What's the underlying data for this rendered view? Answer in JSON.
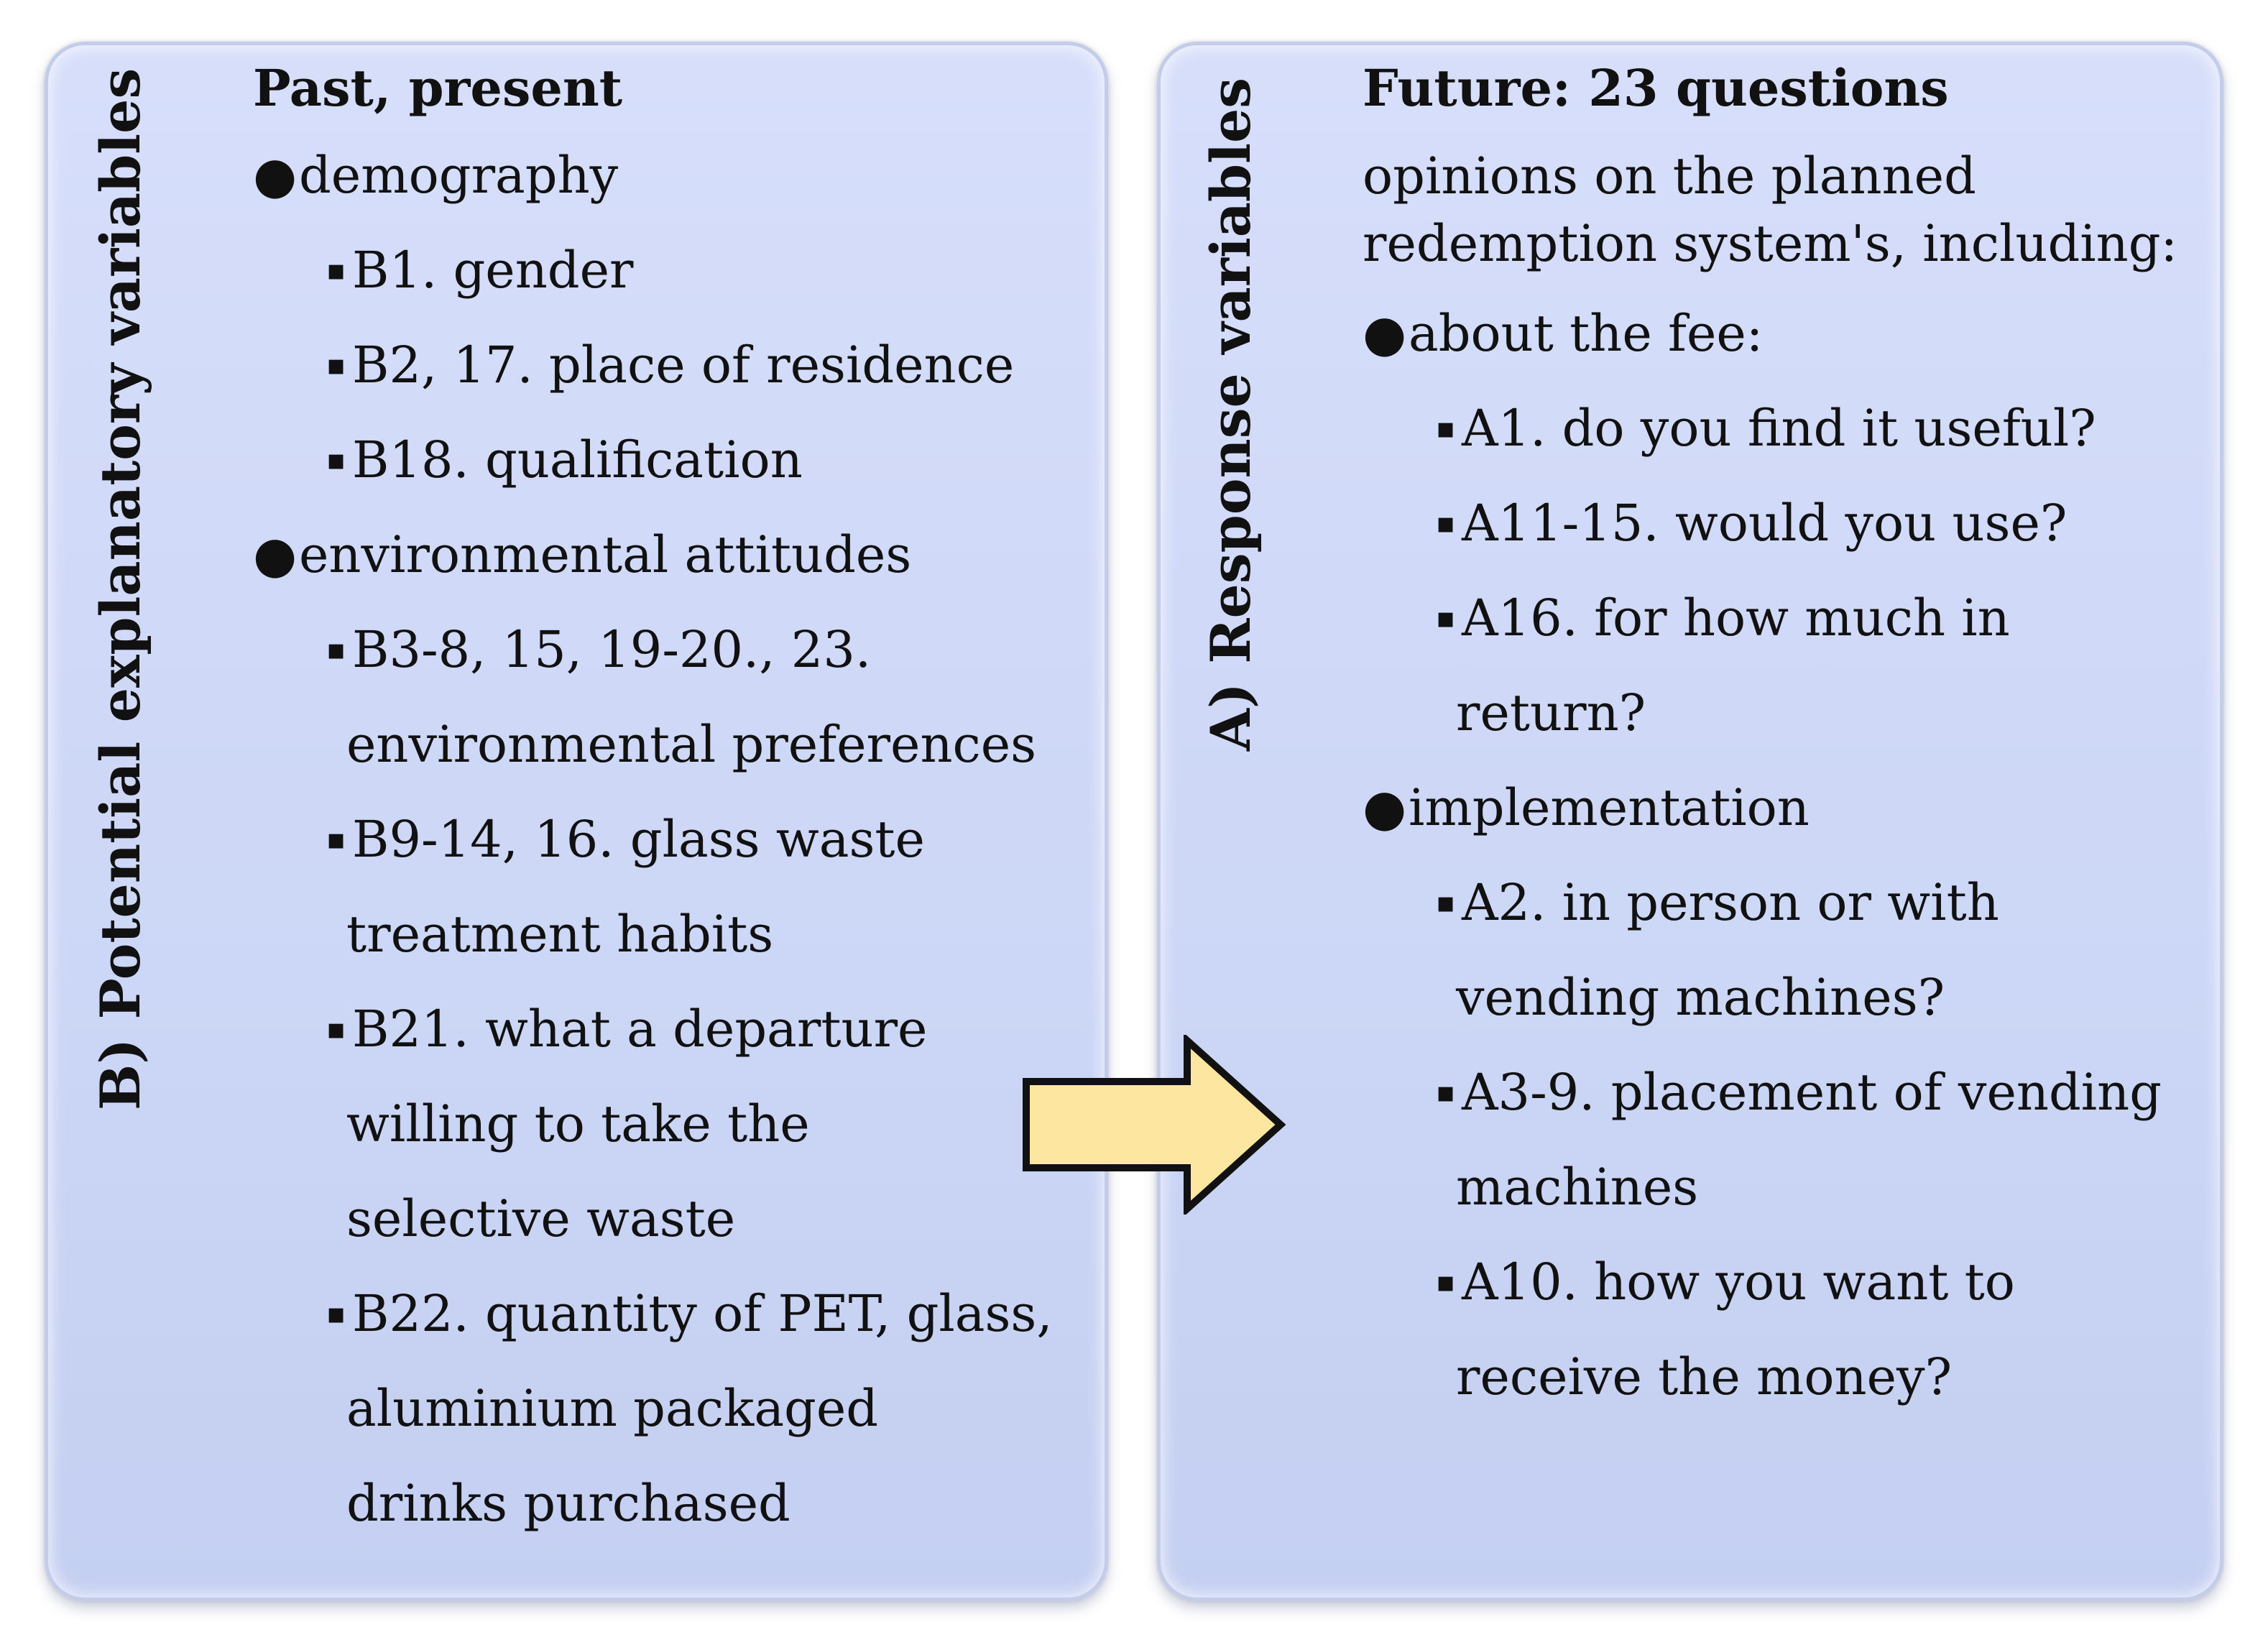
{
  "left_panel": {
    "vertical_title": "B) Potential explanatory variables",
    "heading": "Past, present",
    "groups": [
      {
        "label": "demography",
        "items": [
          {
            "lines": [
              "B1. gender"
            ]
          },
          {
            "lines": [
              "B2, 17. place of residence"
            ]
          },
          {
            "lines": [
              "B18. qualification"
            ]
          }
        ]
      },
      {
        "label": "environmental attitudes",
        "items": [
          {
            "lines": [
              "B3-8, 15, 19-20., 23.",
              "environmental preferences"
            ]
          },
          {
            "lines": [
              "B9-14, 16. glass waste",
              "treatment habits"
            ]
          },
          {
            "lines": [
              "B21. what a departure",
              "willing to take the",
              "selective waste"
            ]
          },
          {
            "lines": [
              "B22. quantity of PET, glass,",
              "aluminium packaged",
              "drinks purchased"
            ]
          }
        ]
      }
    ]
  },
  "right_panel": {
    "vertical_title": "A) Response variables",
    "heading": "Future: 23 questions",
    "intro_lines": [
      "opinions on the planned",
      "redemption system's, including:"
    ],
    "groups": [
      {
        "label": "about the fee:",
        "items": [
          {
            "lines": [
              "A1. do you find it useful?"
            ]
          },
          {
            "lines": [
              "A11-15. would you use?"
            ]
          },
          {
            "lines": [
              "A16. for how much in",
              "return?"
            ]
          }
        ]
      },
      {
        "label": "implementation",
        "items": [
          {
            "lines": [
              "A2. in person or with",
              "vending machines?"
            ]
          },
          {
            "lines": [
              "A3-9. placement of vending",
              "machines"
            ]
          },
          {
            "lines": [
              "A10. how you want to",
              "receive the money?"
            ]
          }
        ]
      }
    ]
  },
  "colors": {
    "panel_fill": "#cdd7f6",
    "arrow_fill": "#fde6a0",
    "arrow_stroke": "#111111",
    "text": "#111111"
  },
  "icons": {
    "group_bullet": "●",
    "item_bullet": "▪",
    "connector": "right-arrow-icon"
  }
}
